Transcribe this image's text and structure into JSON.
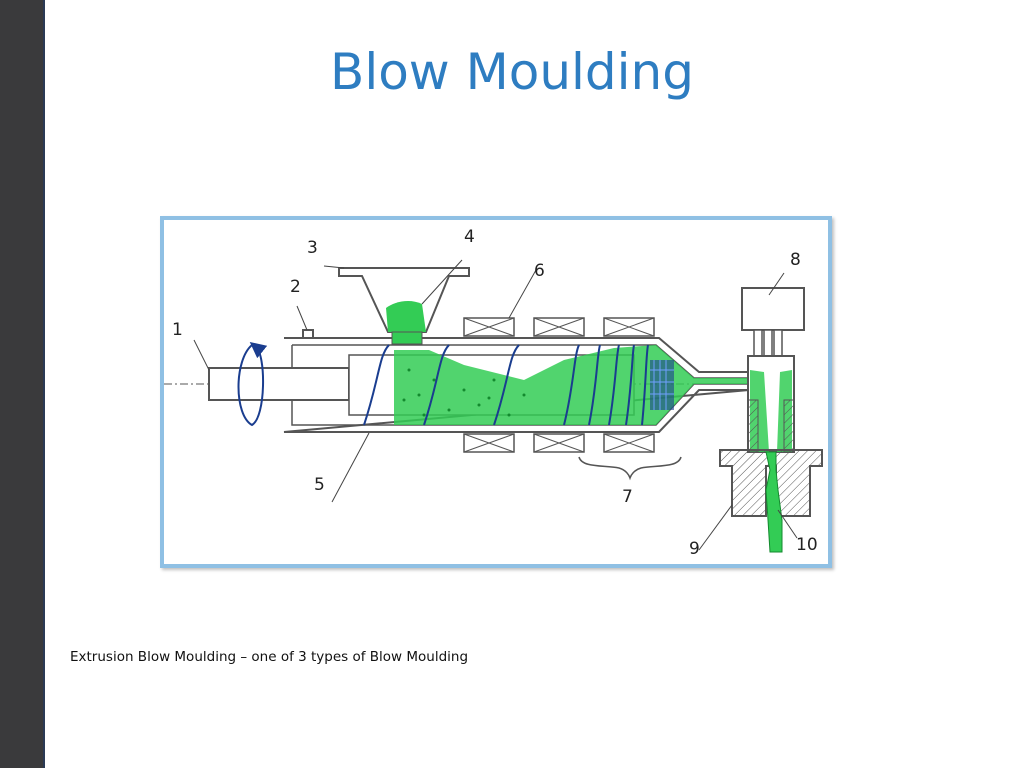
{
  "slide": {
    "title": "Blow Moulding",
    "caption": "Extrusion Blow Moulding – one of 3 types of Blow Moulding"
  },
  "diagram": {
    "labels": [
      "1",
      "2",
      "3",
      "4",
      "5",
      "6",
      "7",
      "8",
      "9",
      "10"
    ]
  },
  "colors": {
    "title": "#2e7dc1",
    "sidebar": "#3a3a3c",
    "frame_border": "#8fc0e4",
    "plastic_melt": "#33cc55",
    "screw": "#1a3d8f"
  }
}
